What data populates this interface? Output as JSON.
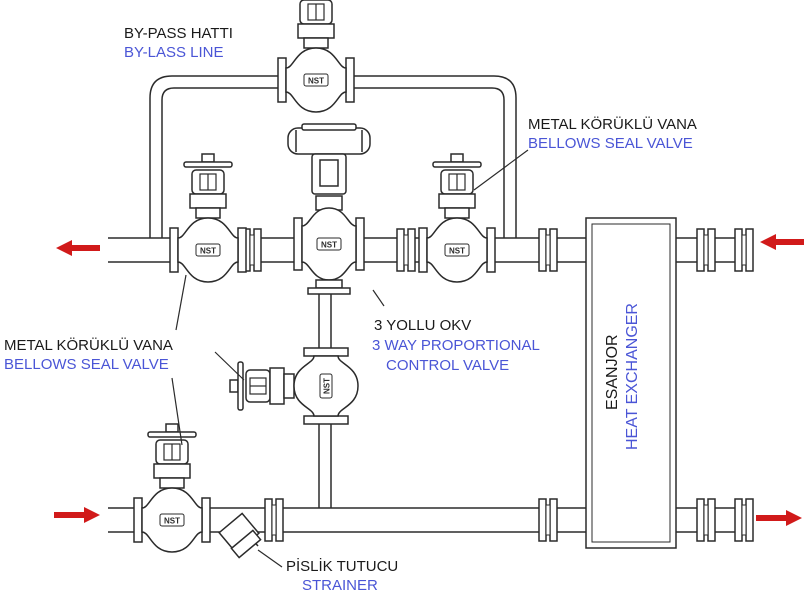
{
  "colors": {
    "line": "#2b2b2b",
    "fill": "#ffffff",
    "arrow": "#d11a1a",
    "turkish_text": "#1a1a1a",
    "english_text": "#4a55d6"
  },
  "labels": {
    "bypass": {
      "tr": "BY-PASS HATTI",
      "en": "BY-LASS LINE"
    },
    "bellows_top": {
      "tr": "METAL KÖRÜKLÜ VANA",
      "en": "BELLOWS SEAL VALVE"
    },
    "bellows_left": {
      "tr": "METAL KÖRÜKLÜ VANA",
      "en": "BELLOWS SEAL VALVE"
    },
    "okv": {
      "tr": "3 YOLLU OKV",
      "en1": "3 WAY PROPORTIONAL",
      "en2": "CONTROL VALVE"
    },
    "exchanger": {
      "tr": "ESANJOR",
      "en": "HEAT EXCHANGER"
    },
    "strainer": {
      "tr": "PİSLİK TUTUCU",
      "en": "STRAINER"
    }
  },
  "valve_badge": "NST",
  "icons": [
    "flow-arrow-icon",
    "valve-icon",
    "actuator-icon",
    "strainer-icon",
    "flange-icon"
  ]
}
